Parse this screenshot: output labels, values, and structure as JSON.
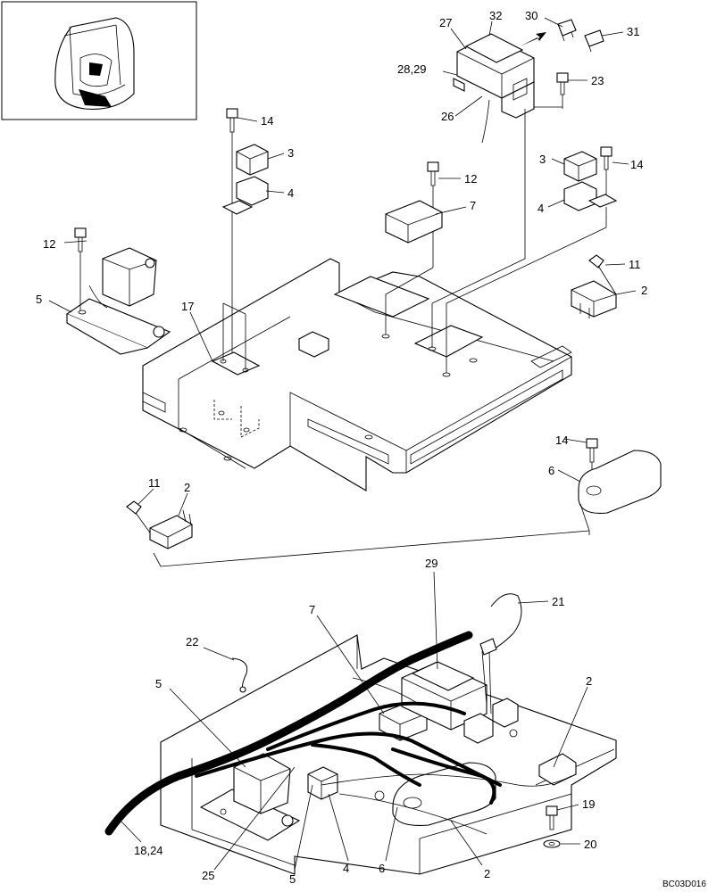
{
  "labels": {
    "l14a": "14",
    "l3a": "3",
    "l4a": "4",
    "l27": "27",
    "l32": "32",
    "l30": "30",
    "l31": "31",
    "l2829": "28,29",
    "l23": "23",
    "l26": "26",
    "l12a": "12",
    "l7a": "7",
    "l3b": "3",
    "l14b": "14",
    "l4b": "4",
    "l12b": "12",
    "l11a": "11",
    "l2a": "2",
    "l5a": "5",
    "l17": "17",
    "l14c": "14",
    "l6a": "6",
    "l11b": "11",
    "l2b": "2",
    "l29": "29",
    "l21": "21",
    "l7b": "7",
    "l22": "22",
    "l5b": "5",
    "l2c": "2",
    "l19": "19",
    "l20": "20",
    "l1824": "18,24",
    "l25": "25",
    "l5c": "5",
    "l4c": "4",
    "l6b": "6",
    "l2d": "2"
  },
  "drawing_code": "BC03D016"
}
